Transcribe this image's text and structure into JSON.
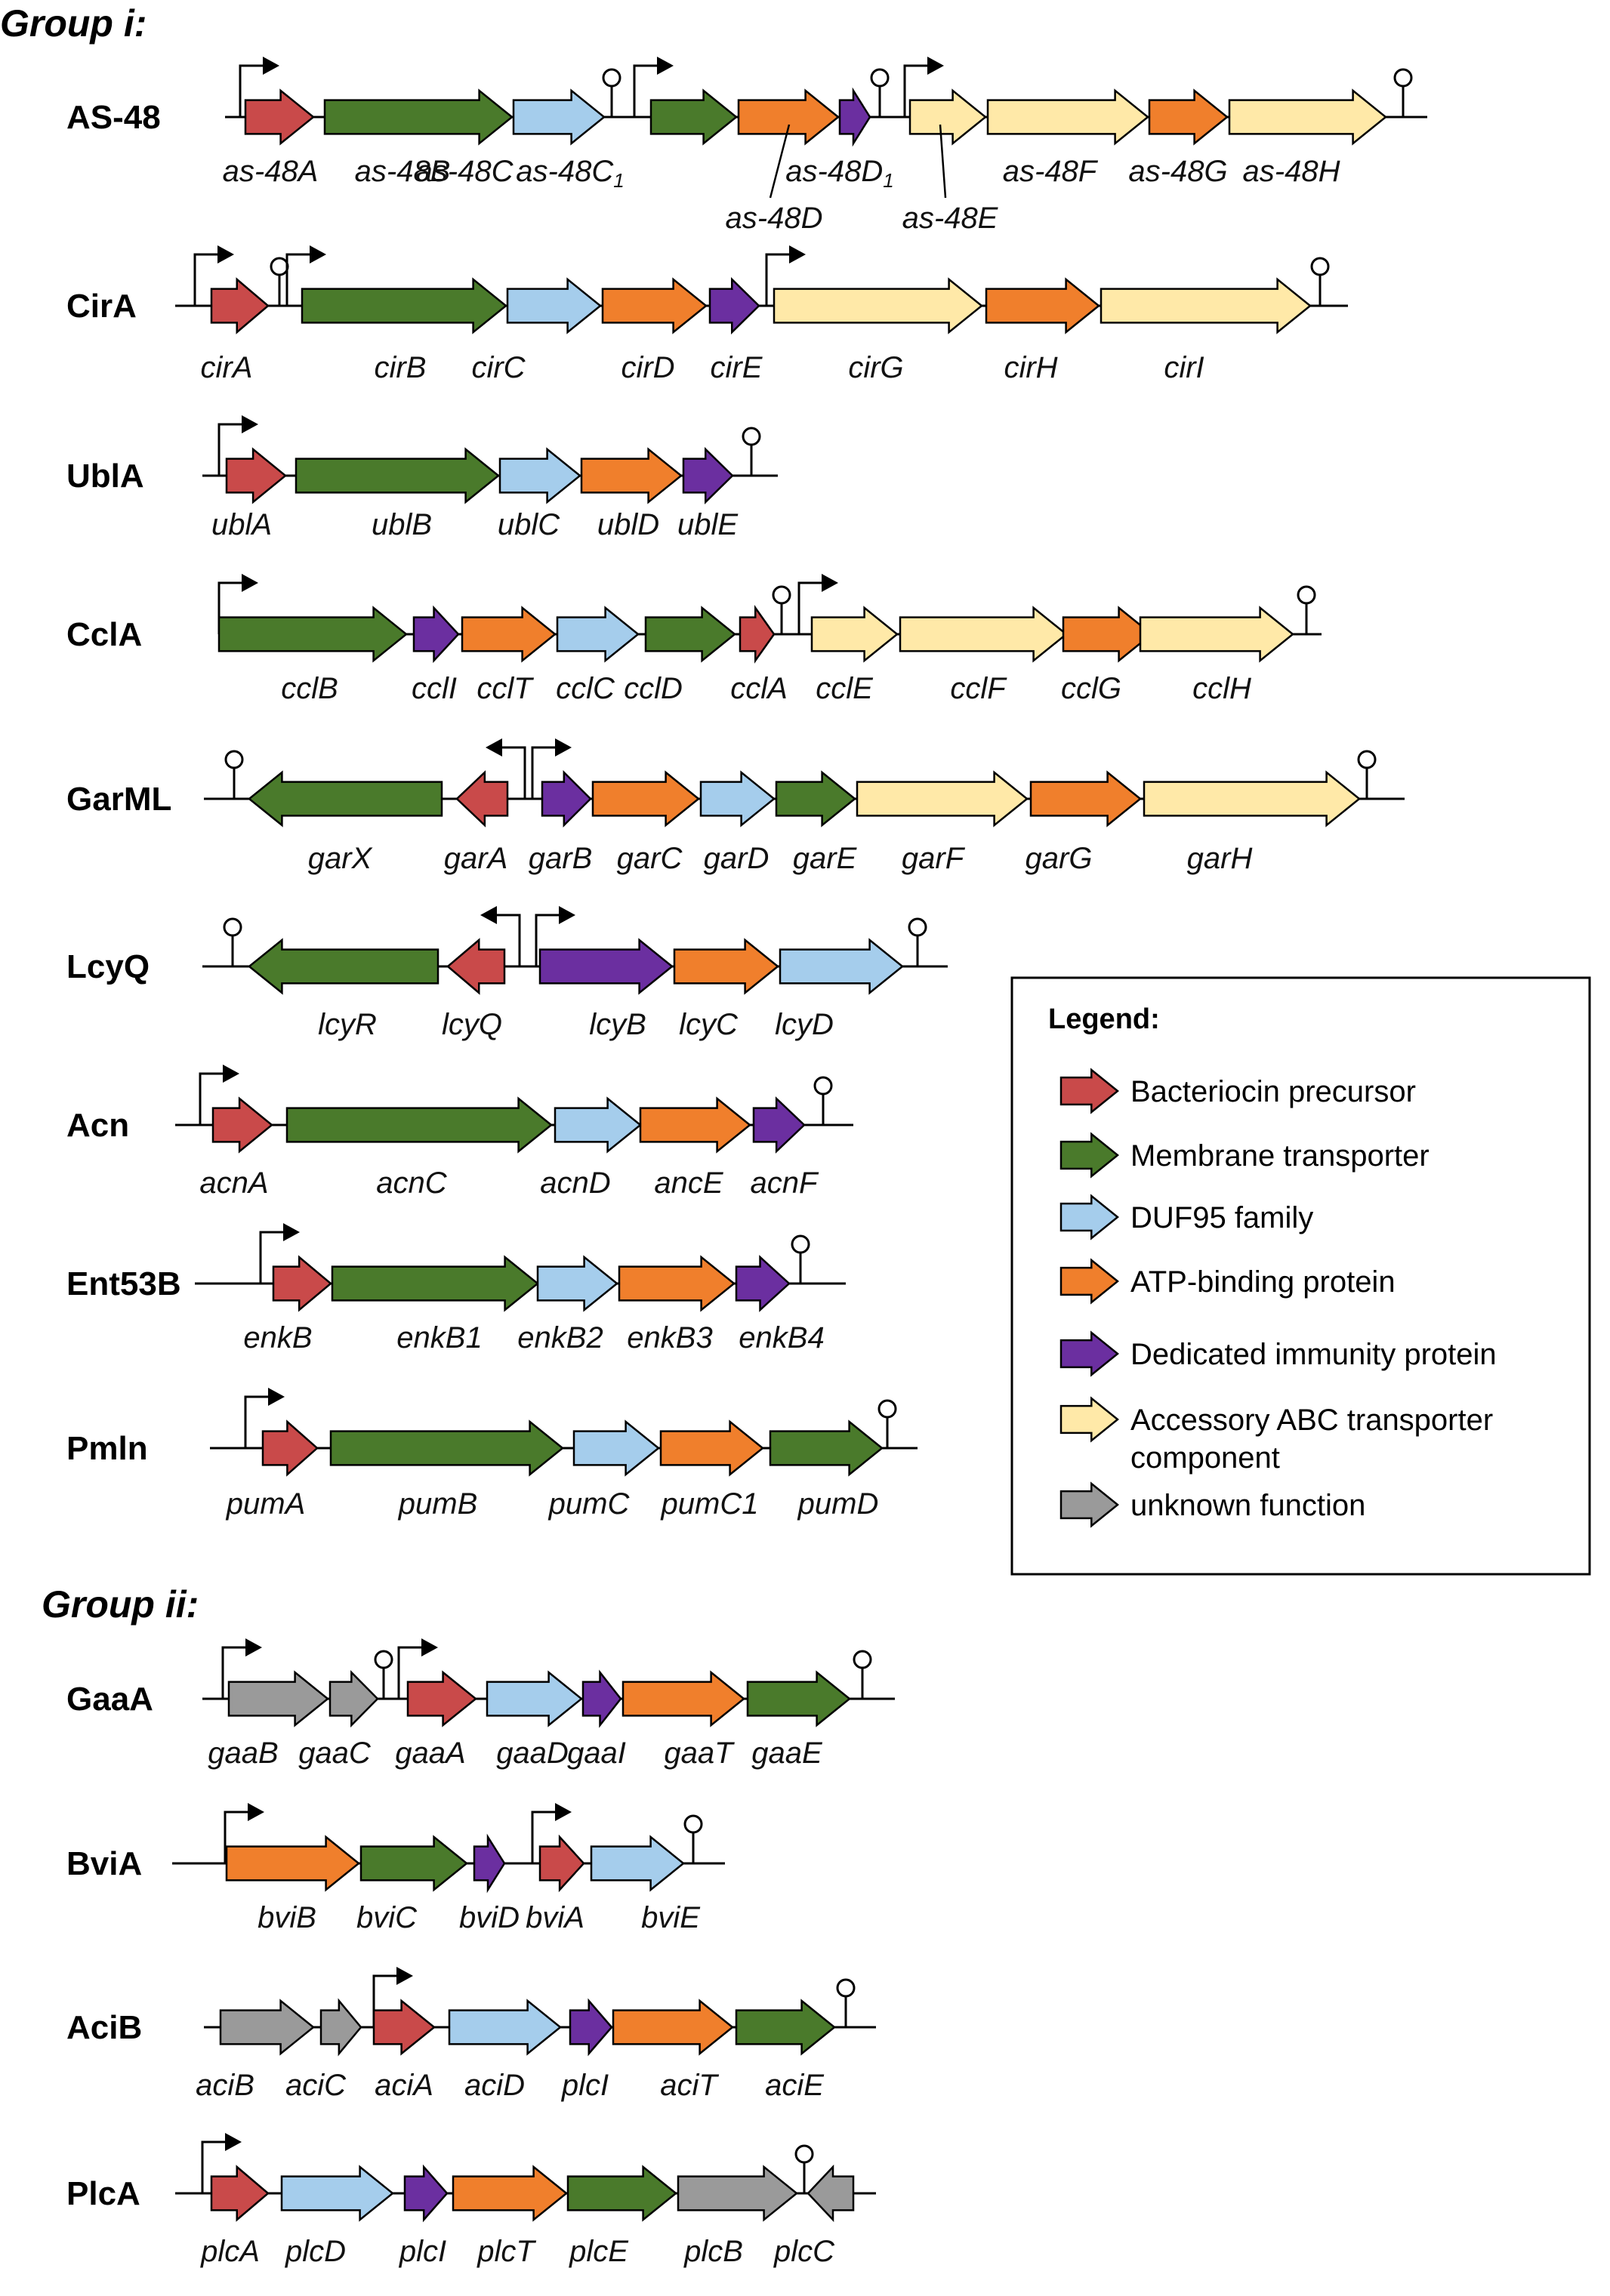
{
  "colors": {
    "precursor": "#c94a4a",
    "transporter": "#4a7a2b",
    "duf95": "#a5cdec",
    "atp": "#f07f2c",
    "immunity": "#6b2fa0",
    "accessory": "#ffe9a8",
    "unknown": "#9a9a9a"
  },
  "group_i_title": "Group i:",
  "group_ii_title": "Group ii:",
  "clusters": [
    {
      "name": "AS-48",
      "genes": [
        {
          "label": "as-48A",
          "type": "precursor"
        },
        {
          "label": "as-48B",
          "type": "transporter"
        },
        {
          "label": "as-48C",
          "type": "duf95"
        },
        {
          "label": "as-48C",
          "sub": "1",
          "type": "transporter"
        },
        {
          "label": "as-48D",
          "type": "atp"
        },
        {
          "label": "as-48D",
          "sub": "1",
          "type": "immunity"
        },
        {
          "label": "as-48E",
          "type": "accessory"
        },
        {
          "label": "as-48F",
          "type": "accessory"
        },
        {
          "label": "as-48G",
          "type": "atp"
        },
        {
          "label": "as-48H",
          "type": "accessory"
        }
      ]
    },
    {
      "name": "CirA",
      "genes": [
        {
          "label": "cirA",
          "type": "precursor"
        },
        {
          "label": "cirB",
          "type": "transporter"
        },
        {
          "label": "cirC",
          "type": "duf95"
        },
        {
          "label": "cirD",
          "type": "atp"
        },
        {
          "label": "cirE",
          "type": "immunity"
        },
        {
          "label": "cirG",
          "type": "accessory"
        },
        {
          "label": "cirH",
          "type": "atp"
        },
        {
          "label": "cirI",
          "type": "accessory"
        }
      ]
    },
    {
      "name": "UblA",
      "genes": [
        {
          "label": "ublA",
          "type": "precursor"
        },
        {
          "label": "ublB",
          "type": "transporter"
        },
        {
          "label": "ublC",
          "type": "duf95"
        },
        {
          "label": "ublD",
          "type": "atp"
        },
        {
          "label": "ublE",
          "type": "immunity"
        }
      ]
    },
    {
      "name": "CclA",
      "genes": [
        {
          "label": "cclB",
          "type": "transporter"
        },
        {
          "label": "cclI",
          "type": "immunity"
        },
        {
          "label": "cclT",
          "type": "atp"
        },
        {
          "label": "cclC",
          "type": "duf95"
        },
        {
          "label": "cclD",
          "type": "transporter"
        },
        {
          "label": "cclA",
          "type": "precursor"
        },
        {
          "label": "cclE",
          "type": "accessory"
        },
        {
          "label": "cclF",
          "type": "accessory"
        },
        {
          "label": "cclG",
          "type": "atp"
        },
        {
          "label": "cclH",
          "type": "accessory"
        }
      ]
    },
    {
      "name": "GarML",
      "genes": [
        {
          "label": "garX",
          "type": "transporter"
        },
        {
          "label": "garA",
          "type": "precursor"
        },
        {
          "label": "garB",
          "type": "immunity"
        },
        {
          "label": "garC",
          "type": "atp"
        },
        {
          "label": "garD",
          "type": "duf95"
        },
        {
          "label": "garE",
          "type": "transporter"
        },
        {
          "label": "garF",
          "type": "accessory"
        },
        {
          "label": "garG",
          "type": "atp"
        },
        {
          "label": "garH",
          "type": "accessory"
        }
      ]
    },
    {
      "name": "LcyQ",
      "genes": [
        {
          "label": "lcyR",
          "type": "transporter"
        },
        {
          "label": "lcyQ",
          "type": "precursor"
        },
        {
          "label": "lcyB",
          "type": "immunity"
        },
        {
          "label": "lcyC",
          "type": "atp"
        },
        {
          "label": "lcyD",
          "type": "duf95"
        }
      ]
    },
    {
      "name": "Acn",
      "genes": [
        {
          "label": "acnA",
          "type": "precursor"
        },
        {
          "label": "acnC",
          "type": "transporter"
        },
        {
          "label": "acnD",
          "type": "duf95"
        },
        {
          "label": "ancE",
          "type": "atp"
        },
        {
          "label": "acnF",
          "type": "immunity"
        }
      ]
    },
    {
      "name": "Ent53B",
      "genes": [
        {
          "label": "enkB",
          "type": "precursor"
        },
        {
          "label": "enkB1",
          "type": "transporter"
        },
        {
          "label": "enkB2",
          "type": "duf95"
        },
        {
          "label": "enkB3",
          "type": "atp"
        },
        {
          "label": "enkB4",
          "type": "immunity"
        }
      ]
    },
    {
      "name": "Pmln",
      "genes": [
        {
          "label": "pumA",
          "type": "precursor"
        },
        {
          "label": "pumB",
          "type": "transporter"
        },
        {
          "label": "pumC",
          "type": "duf95"
        },
        {
          "label": "pumC1",
          "type": "atp"
        },
        {
          "label": "pumD",
          "type": "transporter"
        }
      ]
    },
    {
      "name": "GaaA",
      "genes": [
        {
          "label": "gaaB",
          "type": "unknown"
        },
        {
          "label": "gaaC",
          "type": "unknown"
        },
        {
          "label": "gaaA",
          "type": "precursor"
        },
        {
          "label": "gaaD",
          "type": "duf95"
        },
        {
          "label": "gaaI",
          "type": "immunity"
        },
        {
          "label": "gaaT",
          "type": "atp"
        },
        {
          "label": "gaaE",
          "type": "transporter"
        }
      ]
    },
    {
      "name": "BviA",
      "genes": [
        {
          "label": "bviB",
          "type": "atp"
        },
        {
          "label": "bviC",
          "type": "transporter"
        },
        {
          "label": "bviD",
          "type": "immunity"
        },
        {
          "label": "bviA",
          "type": "precursor"
        },
        {
          "label": "bviE",
          "type": "duf95"
        }
      ]
    },
    {
      "name": "AciB",
      "genes": [
        {
          "label": "aciB",
          "type": "unknown"
        },
        {
          "label": "aciC",
          "type": "unknown"
        },
        {
          "label": "aciA",
          "type": "precursor"
        },
        {
          "label": "aciD",
          "type": "duf95"
        },
        {
          "label": "plcI",
          "type": "immunity"
        },
        {
          "label": "aciT",
          "type": "atp"
        },
        {
          "label": "aciE",
          "type": "transporter"
        }
      ]
    },
    {
      "name": "PlcA",
      "genes": [
        {
          "label": "plcA",
          "type": "precursor"
        },
        {
          "label": "plcD",
          "type": "duf95"
        },
        {
          "label": "plcI",
          "type": "immunity"
        },
        {
          "label": "plcT",
          "type": "atp"
        },
        {
          "label": "plcE",
          "type": "transporter"
        },
        {
          "label": "plcB",
          "type": "unknown"
        },
        {
          "label": "plcC",
          "type": "unknown"
        }
      ]
    }
  ],
  "legend": {
    "title": "Legend:",
    "items": [
      {
        "label": "Bacteriocin precursor",
        "type": "precursor"
      },
      {
        "label": "Membrane transporter",
        "type": "transporter"
      },
      {
        "label": "DUF95 family",
        "type": "duf95"
      },
      {
        "label": "ATP-binding protein",
        "type": "atp"
      },
      {
        "label": "Dedicated immunity protein",
        "type": "immunity"
      },
      {
        "label": "Accessory ABC transporter",
        "label2": "component",
        "type": "accessory"
      },
      {
        "label": "unknown function",
        "type": "unknown"
      }
    ]
  }
}
